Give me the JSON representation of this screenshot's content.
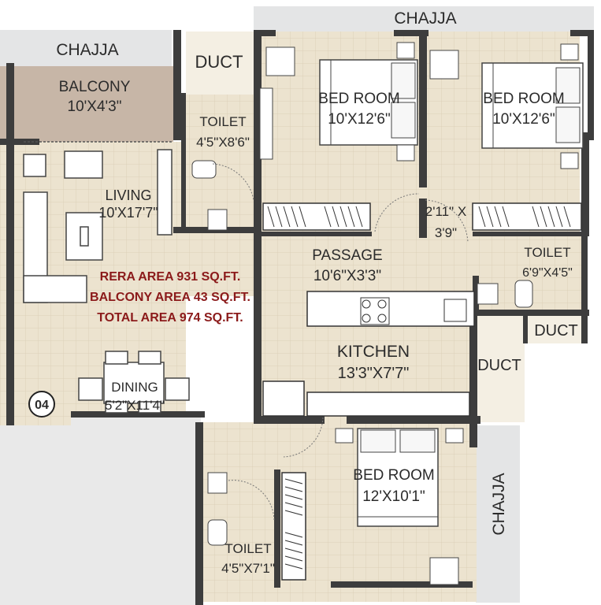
{
  "chajja_top": "CHAJJA",
  "chajja_left": "CHAJJA",
  "chajja_right": "CHAJJA",
  "duct_top": "DUCT",
  "duct_right": "DUCT",
  "duct_kitchen": "DUCT",
  "balcony": {
    "name": "BALCONY",
    "size": "10'X4'3\""
  },
  "living": {
    "name": "LIVING",
    "size": "10'X17'7\""
  },
  "toilet_1": {
    "name": "TOILET",
    "size": "4'5\"X8'6\""
  },
  "bedroom_1": {
    "name": "BED ROOM",
    "size": "10'X12'6\""
  },
  "bedroom_2": {
    "name": "BED ROOM",
    "size": "10'X12'6\""
  },
  "passage_small": {
    "line1": "2'11\" X",
    "line2": "3'9\""
  },
  "toilet_2": {
    "name": "TOILET",
    "size": "6'9\"X4'5\""
  },
  "passage": {
    "name": "PASSAGE",
    "size": "10'6\"X3'3\""
  },
  "kitchen": {
    "name": "KITCHEN",
    "size": "13'3\"X7'7\""
  },
  "dining": {
    "name": "DINING",
    "size": "5'2\"X11'4\""
  },
  "bedroom_3": {
    "name": "BED ROOM",
    "size": "12'X10'1\""
  },
  "toilet_3": {
    "name": "TOILET",
    "size": "4'5\"X7'1\""
  },
  "unit_number": "04",
  "areas": {
    "rera": "RERA AREA  931 SQ.FT.",
    "balcony": "BALCONY AREA  43 SQ.FT.",
    "total": "TOTAL AREA  974 SQ.FT."
  },
  "colors": {
    "floor": "#ece3cf",
    "balcony": "#c7b6a7",
    "chajja": "#e4e5e6",
    "wall": "#3d3d3d",
    "area_text": "#8b1a1a"
  }
}
